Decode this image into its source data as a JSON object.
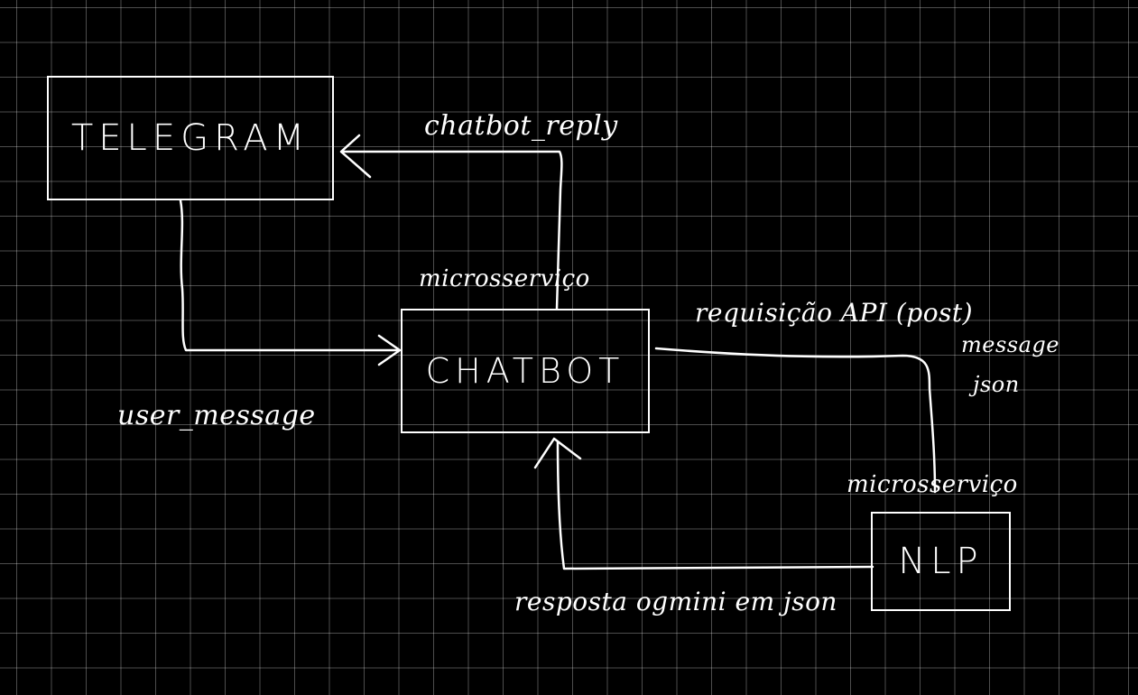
{
  "nodes": {
    "telegram": "TELEGRAM",
    "chatbot": "CHATBOT",
    "nlp": "NLP"
  },
  "labels": {
    "chatbot_reply": "chatbot_reply",
    "user_message": "user_message",
    "chatbot_tag": "microsserviço",
    "nlp_tag": "microsserviço",
    "api_request": "requisição API (post)",
    "api_request_2": "message",
    "api_request_3": "json",
    "nlp_response": "resposta ogmini em json"
  },
  "colors": {
    "background": "#000000",
    "ink": "#ffffff",
    "grid": "rgba(255,255,255,0.30)"
  }
}
